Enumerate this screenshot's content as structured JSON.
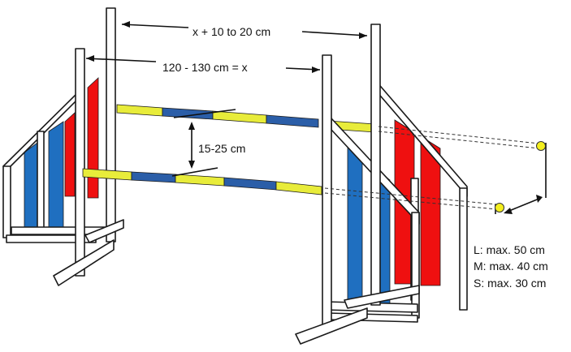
{
  "labels": {
    "offset_top": "x + 10 to 20 cm",
    "inner_width": "120 - 130 cm = x",
    "bar_spacing": "15-25 cm"
  },
  "size_limits": [
    "L: max. 50 cm",
    "M: max. 40 cm",
    "S: max. 30 cm"
  ],
  "colors": {
    "frame_fill": "#ffffff",
    "frame_stroke": "#1a1a1a",
    "panel_blue": "#1f6fc0",
    "panel_red": "#ef1010",
    "bar_blue": "#2b5ea8",
    "bar_yellow": "#e8ec3a",
    "marker": "#f4ef1e"
  }
}
